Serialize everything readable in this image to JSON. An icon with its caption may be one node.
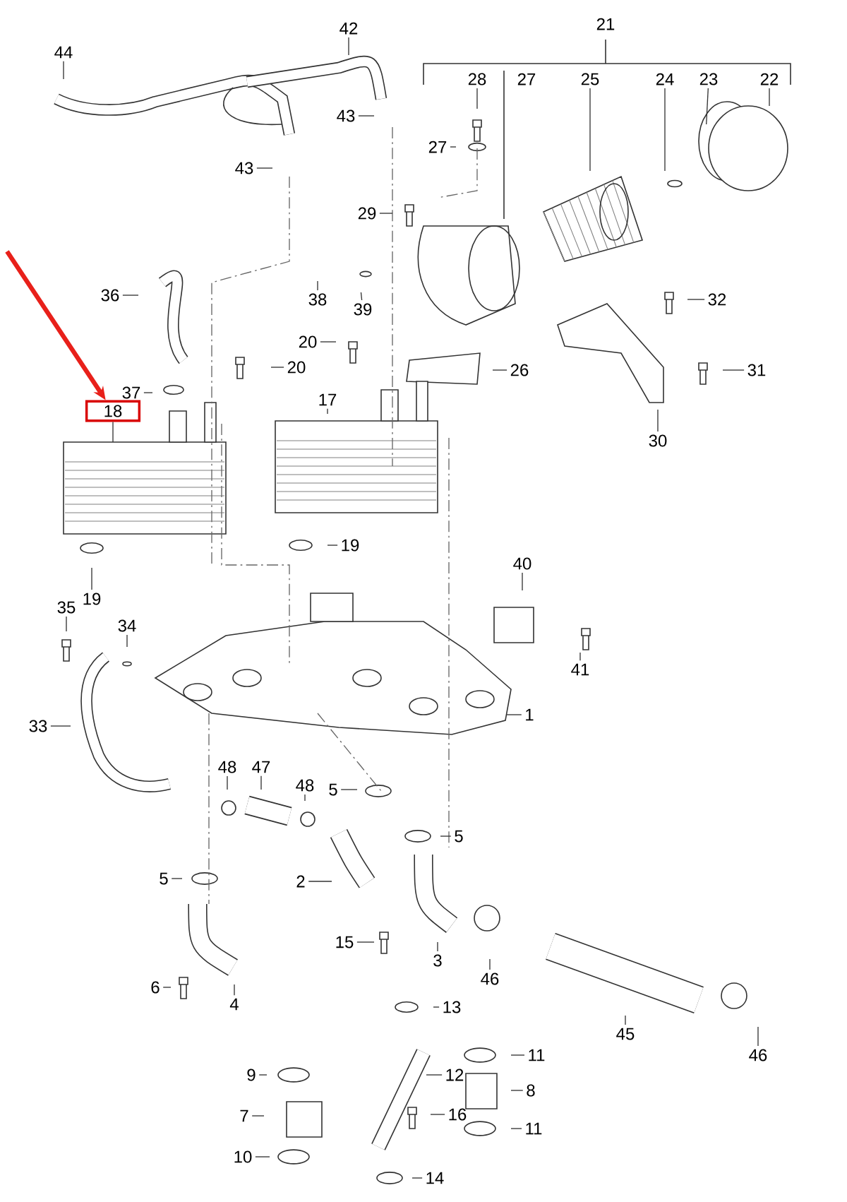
{
  "diagram": {
    "nodes": [
      {
        "text": [
          "44"
        ]
      },
      {
        "text": [
          "42"
        ]
      },
      {
        "text": [
          "43"
        ]
      },
      {
        "text": [
          "43"
        ]
      },
      {
        "text": [
          "21"
        ]
      },
      {
        "text": [
          "28"
        ]
      },
      {
        "text": [
          "27"
        ]
      },
      {
        "text": [
          "25"
        ]
      },
      {
        "text": [
          "24"
        ]
      },
      {
        "text": [
          "23"
        ]
      },
      {
        "text": [
          "22"
        ]
      },
      {
        "text": [
          "27"
        ]
      },
      {
        "text": [
          "29"
        ]
      },
      {
        "text": [
          "36"
        ]
      },
      {
        "text": [
          "38"
        ]
      },
      {
        "text": [
          "39"
        ]
      },
      {
        "text": [
          "32"
        ]
      },
      {
        "text": [
          "20"
        ]
      },
      {
        "text": [
          "20"
        ]
      },
      {
        "text": [
          "26"
        ]
      },
      {
        "text": [
          "31"
        ]
      },
      {
        "text": [
          "37"
        ]
      },
      {
        "text": [
          "18"
        ]
      },
      {
        "text": [
          "17"
        ]
      },
      {
        "text": [
          "30"
        ]
      },
      {
        "text": [
          "19"
        ]
      },
      {
        "text": [
          "19"
        ]
      },
      {
        "text": [
          "40"
        ]
      },
      {
        "text": [
          "35"
        ]
      },
      {
        "text": [
          "34"
        ]
      },
      {
        "text": [
          "41"
        ]
      },
      {
        "text": [
          "1"
        ]
      },
      {
        "text": [
          "33"
        ]
      },
      {
        "text": [
          "48"
        ]
      },
      {
        "text": [
          "47"
        ]
      },
      {
        "text": [
          "48"
        ]
      },
      {
        "text": [
          "5"
        ]
      },
      {
        "text": [
          "5"
        ]
      },
      {
        "text": [
          "5"
        ]
      },
      {
        "text": [
          "2"
        ]
      },
      {
        "text": [
          "15"
        ]
      },
      {
        "text": [
          "3"
        ]
      },
      {
        "text": [
          "46"
        ]
      },
      {
        "text": [
          "6"
        ]
      },
      {
        "text": [
          "4"
        ]
      },
      {
        "text": [
          "13"
        ]
      },
      {
        "text": [
          "45"
        ]
      },
      {
        "text": [
          "46"
        ]
      },
      {
        "text": [
          "11"
        ]
      },
      {
        "text": [
          "12"
        ]
      },
      {
        "text": [
          "9"
        ]
      },
      {
        "text": [
          "8"
        ]
      },
      {
        "text": [
          "7"
        ]
      },
      {
        "text": [
          "16"
        ]
      },
      {
        "text": [
          "11"
        ]
      },
      {
        "text": [
          "10"
        ]
      },
      {
        "text": [
          "14"
        ]
      }
    ],
    "edges": [
      {
        "from": 0,
        "to": null,
        "arrow": "none"
      },
      {
        "from": 1,
        "to": null,
        "arrow": "none"
      },
      {
        "from": 2,
        "to": null,
        "arrow": "none"
      },
      {
        "from": 3,
        "to": null,
        "arrow": "none"
      },
      {
        "from": 5,
        "to": null,
        "arrow": "none"
      },
      {
        "from": 7,
        "to": null,
        "arrow": "none"
      },
      {
        "from": 8,
        "to": null,
        "arrow": "none"
      },
      {
        "from": 9,
        "to": null,
        "arrow": "none"
      },
      {
        "from": 10,
        "to": null,
        "arrow": "none"
      },
      {
        "from": 11,
        "to": null,
        "arrow": "none"
      },
      {
        "from": 12,
        "to": null,
        "arrow": "none"
      },
      {
        "from": 13,
        "to": null,
        "arrow": "none"
      },
      {
        "from": 14,
        "to": null,
        "arrow": "none"
      },
      {
        "from": 15,
        "to": null,
        "arrow": "none"
      },
      {
        "from": 16,
        "to": null,
        "arrow": "none"
      },
      {
        "from": 17,
        "to": null,
        "arrow": "none"
      },
      {
        "from": 18,
        "to": null,
        "arrow": "none"
      },
      {
        "from": 19,
        "to": null,
        "arrow": "none"
      },
      {
        "from": 20,
        "to": null,
        "arrow": "none"
      },
      {
        "from": 21,
        "to": null,
        "arrow": "none"
      },
      {
        "from": 22,
        "to": null,
        "arrow": "none"
      },
      {
        "from": 23,
        "to": null,
        "arrow": "none"
      },
      {
        "from": 24,
        "to": null,
        "arrow": "none"
      },
      {
        "from": 25,
        "to": null,
        "arrow": "none"
      },
      {
        "from": 26,
        "to": null,
        "arrow": "none"
      },
      {
        "from": 27,
        "to": null,
        "arrow": "none"
      },
      {
        "from": 28,
        "to": null,
        "arrow": "none"
      },
      {
        "from": 29,
        "to": null,
        "arrow": "none"
      },
      {
        "from": 30,
        "to": null,
        "arrow": "none"
      },
      {
        "from": 31,
        "to": null,
        "arrow": "none"
      },
      {
        "from": 32,
        "to": null,
        "arrow": "none"
      },
      {
        "from": 33,
        "to": null,
        "arrow": "none"
      },
      {
        "from": 34,
        "to": null,
        "arrow": "none"
      },
      {
        "from": 35,
        "to": null,
        "arrow": "none"
      },
      {
        "from": 36,
        "to": null,
        "arrow": "none"
      },
      {
        "from": 37,
        "to": null,
        "arrow": "none"
      },
      {
        "from": 38,
        "to": null,
        "arrow": "none"
      },
      {
        "from": 39,
        "to": null,
        "arrow": "none"
      },
      {
        "from": 40,
        "to": null,
        "arrow": "none"
      },
      {
        "from": 41,
        "to": null,
        "arrow": "none"
      },
      {
        "from": 42,
        "to": null,
        "arrow": "none"
      },
      {
        "from": 43,
        "to": null,
        "arrow": "none"
      },
      {
        "from": 44,
        "to": null,
        "arrow": "none"
      },
      {
        "from": 45,
        "to": null,
        "arrow": "none"
      },
      {
        "from": 46,
        "to": null,
        "arrow": "none"
      },
      {
        "from": 47,
        "to": null,
        "arrow": "none"
      },
      {
        "from": 48,
        "to": null,
        "arrow": "none"
      },
      {
        "from": 49,
        "to": null,
        "arrow": "none"
      },
      {
        "from": 50,
        "to": null,
        "arrow": "none"
      },
      {
        "from": 51,
        "to": null,
        "arrow": "none"
      },
      {
        "from": 52,
        "to": null,
        "arrow": "none"
      },
      {
        "from": 53,
        "to": null,
        "arrow": "none"
      },
      {
        "from": 54,
        "to": null,
        "arrow": "none"
      },
      {
        "from": 55,
        "to": null,
        "arrow": "none"
      },
      {
        "from": 56,
        "to": null,
        "arrow": "none"
      },
      {
        "from": null,
        "to": 22,
        "arrow": "to",
        "style": "thick",
        "color": "#e8201a"
      }
    ]
  }
}
